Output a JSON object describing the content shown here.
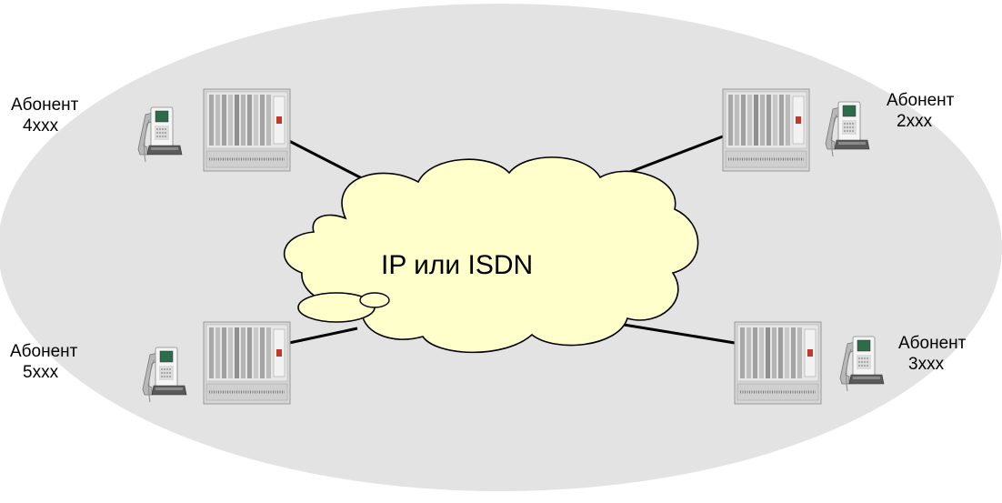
{
  "network": {
    "label": "IP или ISDN"
  },
  "subscribers": [
    {
      "name": "Абонент",
      "number": "4xxx"
    },
    {
      "name": "Абонент",
      "number": "2xxx"
    },
    {
      "name": "Абонент",
      "number": "5xxx"
    },
    {
      "name": "Абонент",
      "number": "3xxx"
    }
  ],
  "colors": {
    "background_ellipse": "#e3e3e3",
    "cloud_fill": "#ffffcc",
    "cloud_stroke": "#000000",
    "link": "#000000",
    "pbx_body": "#d4d4d4"
  }
}
